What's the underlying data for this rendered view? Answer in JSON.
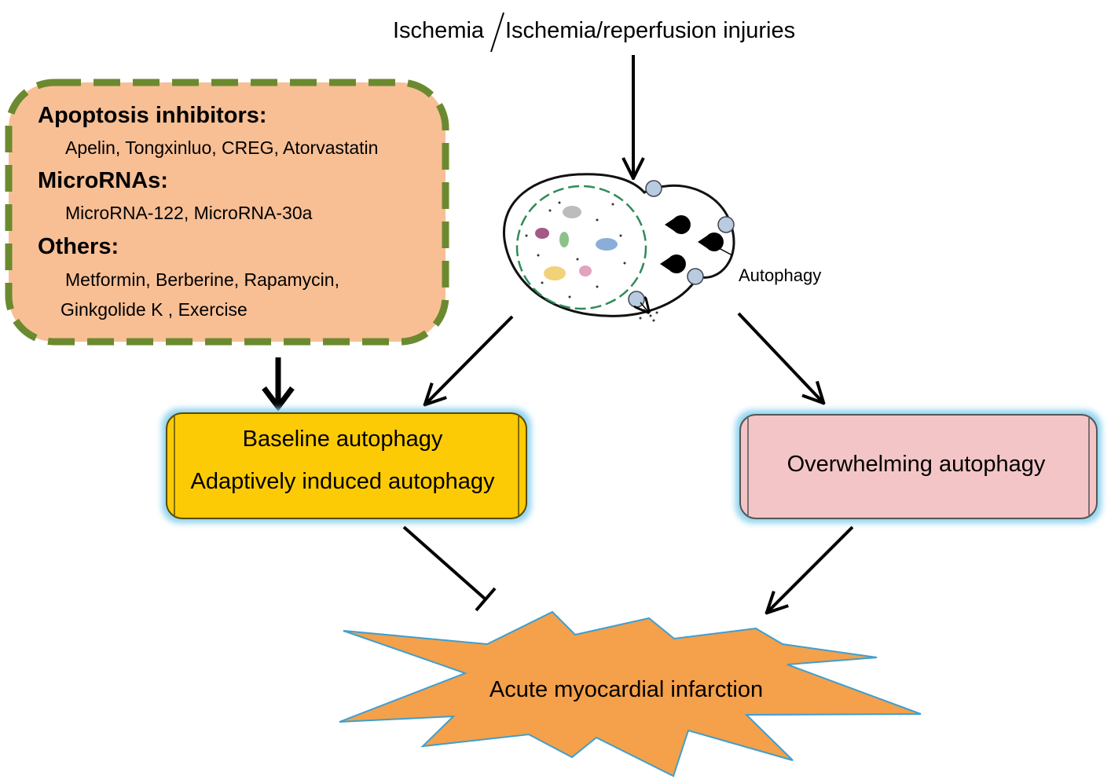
{
  "top": {
    "left_label": "Ischemia",
    "right_label": "Ischemia/reperfusion injuries"
  },
  "inhibitors_box": {
    "sections": [
      {
        "heading": "Apoptosis inhibitors:",
        "lines": [
          "Apelin, Tongxinluo, CREG, Atorvastatin"
        ]
      },
      {
        "heading": "MicroRNAs:",
        "lines": [
          "MicroRNA-122, MicroRNA-30a"
        ]
      },
      {
        "heading": "Others:",
        "lines": [
          "Metformin, Berberine, Rapamycin,",
          "Ginkgolide K , Exercise"
        ]
      }
    ]
  },
  "cell": {
    "label": "Autophagy"
  },
  "baseline_box": {
    "line1": "Baseline autophagy",
    "line2": "Adaptively induced autophagy"
  },
  "overwhelming_box": {
    "label": "Overwhelming autophagy"
  },
  "outcome": {
    "label": "Acute myocardial infarction"
  },
  "colors": {
    "inhibitor_fill": "#f8bf95",
    "inhibitor_border": "#6b8a2f",
    "baseline_fill": "#fccb05",
    "overwhelming_fill": "#f4c5c7",
    "box_glow": "#8fd3ef",
    "star_fill": "#f5a04a",
    "star_stroke": "#3e9fcf",
    "arrow": "#000000"
  }
}
